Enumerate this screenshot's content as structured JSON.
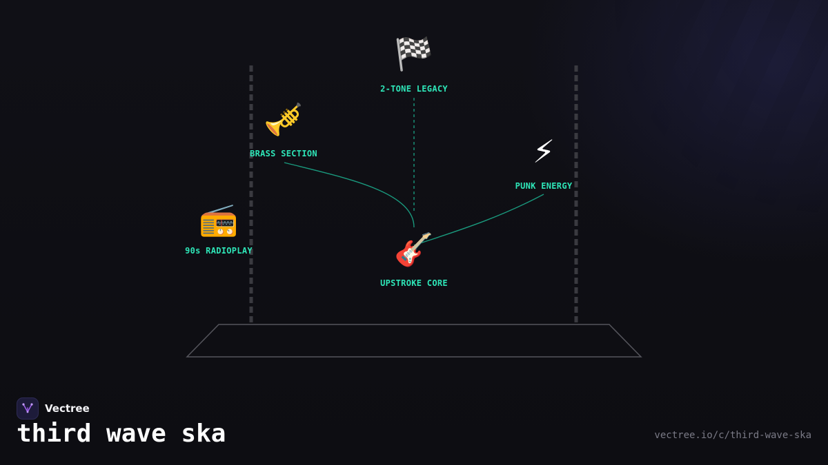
{
  "brand": {
    "name": "Vectree",
    "logo_icon": "vectree-tree-icon",
    "logo_color": "#9b5de5"
  },
  "page": {
    "title": "third wave ska",
    "url": "vectree.io/c/third-wave-ska"
  },
  "colors": {
    "background": "#0f0f14",
    "label": "#2ee6b8",
    "link": "#1a9a7e",
    "rail": "#3a3a40",
    "floor": "#55555c"
  },
  "nodes": [
    {
      "id": "legacy",
      "label": "2-TONE LEGACY",
      "icon": "chequered-flag-icon",
      "glyph": "🏁"
    },
    {
      "id": "brass",
      "label": "BRASS SECTION",
      "icon": "trumpet-icon",
      "glyph": "🎺"
    },
    {
      "id": "punk",
      "label": "PUNK ENERGY",
      "icon": "lightning-icon",
      "glyph": "⚡"
    },
    {
      "id": "radio",
      "label": "90s RADIOPLAY",
      "icon": "radio-icon",
      "glyph": "📻"
    },
    {
      "id": "core",
      "label": "UPSTROKE CORE",
      "icon": "guitar-icon",
      "glyph": "🎸"
    }
  ],
  "edges": [
    {
      "from": "legacy",
      "to": "core",
      "style": "dashed"
    },
    {
      "from": "brass",
      "to": "core",
      "style": "solid"
    },
    {
      "from": "punk",
      "to": "core",
      "style": "solid"
    }
  ]
}
